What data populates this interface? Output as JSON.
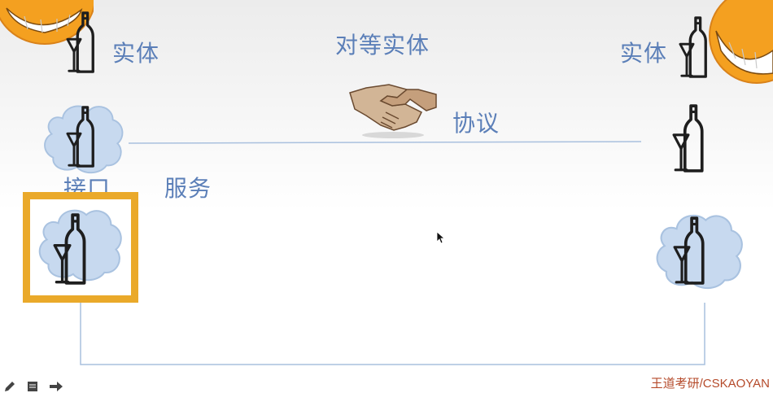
{
  "slide": {
    "labels": {
      "entity_left": "实体",
      "peer_entity": "对等实体",
      "entity_right": "实体",
      "protocol": "协议",
      "interface": "接口",
      "service": "服务"
    },
    "watermark": "王道考研/CSKAOYAN",
    "colors": {
      "label_text": "#5b7fb8",
      "line": "#a9c0de",
      "highlight_frame": "#eaa92a",
      "cloud_fill": "#c7d9ef",
      "cloud_stroke": "#a9c2e0",
      "icon": "#1e1e1e",
      "watermark": "#b54a2a",
      "emoji": "#f4a020"
    },
    "icons": [
      "grinning-emoji-icon",
      "bottle-glass-icon",
      "handshake-icon",
      "cloud-icon",
      "pencil-icon",
      "document-icon",
      "arrow-right-icon"
    ],
    "toolbar": [
      "pencil-icon",
      "document-icon",
      "arrow-right-icon"
    ]
  }
}
